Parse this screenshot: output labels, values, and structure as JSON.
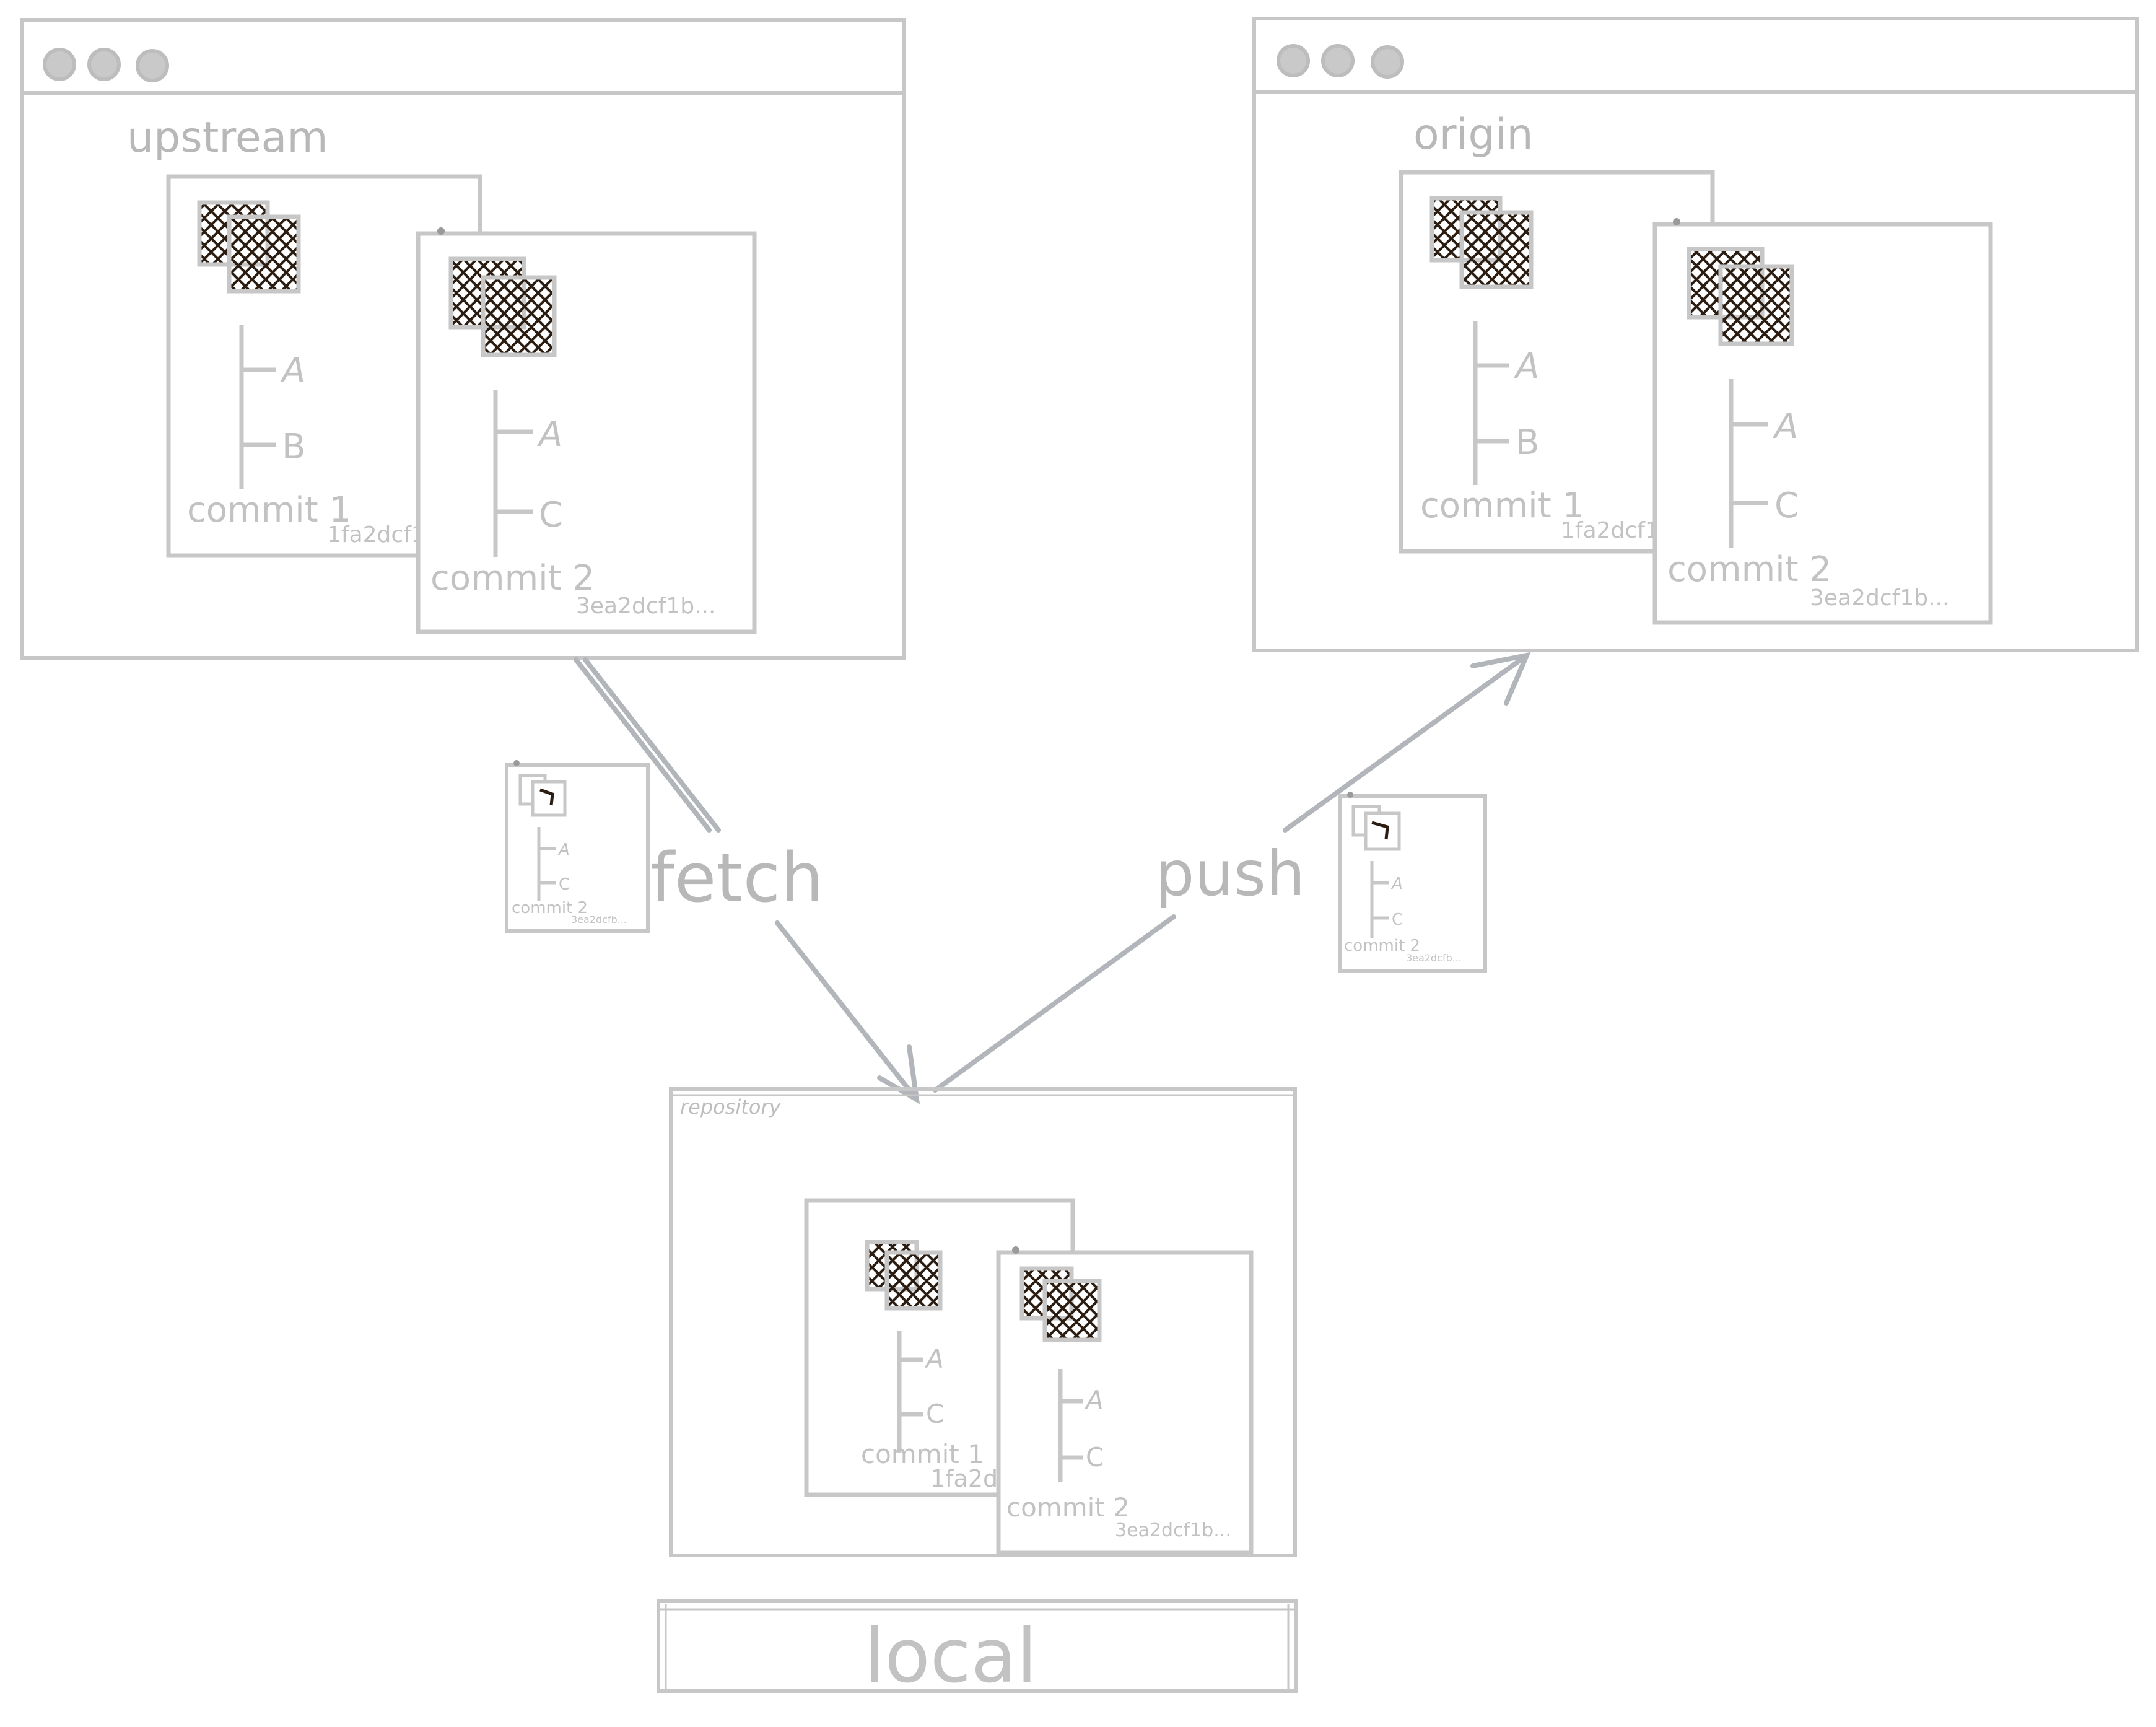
{
  "colors": {
    "stroke": "#c7c7c7",
    "arrow": "#b2b5b9",
    "dot": "#c9c9c9",
    "icon_dark": "#2b1d12",
    "icon_bg": "#ffffff"
  },
  "windows": {
    "upstream": {
      "title": "upstream",
      "commit1": {
        "label": "commit 1",
        "hash": "1fa2dcf1b...",
        "files": [
          "A",
          "B"
        ]
      },
      "commit2": {
        "label": "commit 2",
        "hash": "3ea2dcf1b...",
        "files": [
          "A",
          "C"
        ]
      }
    },
    "origin": {
      "title": "origin",
      "commit1": {
        "label": "commit 1",
        "hash": "1fa2dcf1b...",
        "files": [
          "A",
          "B"
        ]
      },
      "commit2": {
        "label": "commit 2",
        "hash": "3ea2dcf1b...",
        "files": [
          "A",
          "C"
        ]
      }
    }
  },
  "arrows": {
    "fetch": "fetch",
    "push": "push"
  },
  "transfer": {
    "fetch": {
      "label": "commit 2",
      "hash": "3ea2dcfb...",
      "files": [
        "A",
        "C"
      ]
    },
    "push": {
      "label": "commit 2",
      "hash": "3ea2dcfb...",
      "files": [
        "A",
        "C"
      ]
    }
  },
  "local": {
    "repository_label": "repository",
    "commit1": {
      "label": "commit 1",
      "hash": "1fa2dcf1b",
      "files": [
        "A",
        "C"
      ]
    },
    "commit2": {
      "label": "commit 2",
      "hash": "3ea2dcf1b...",
      "files": [
        "A",
        "C"
      ]
    },
    "footer_label": "local"
  }
}
